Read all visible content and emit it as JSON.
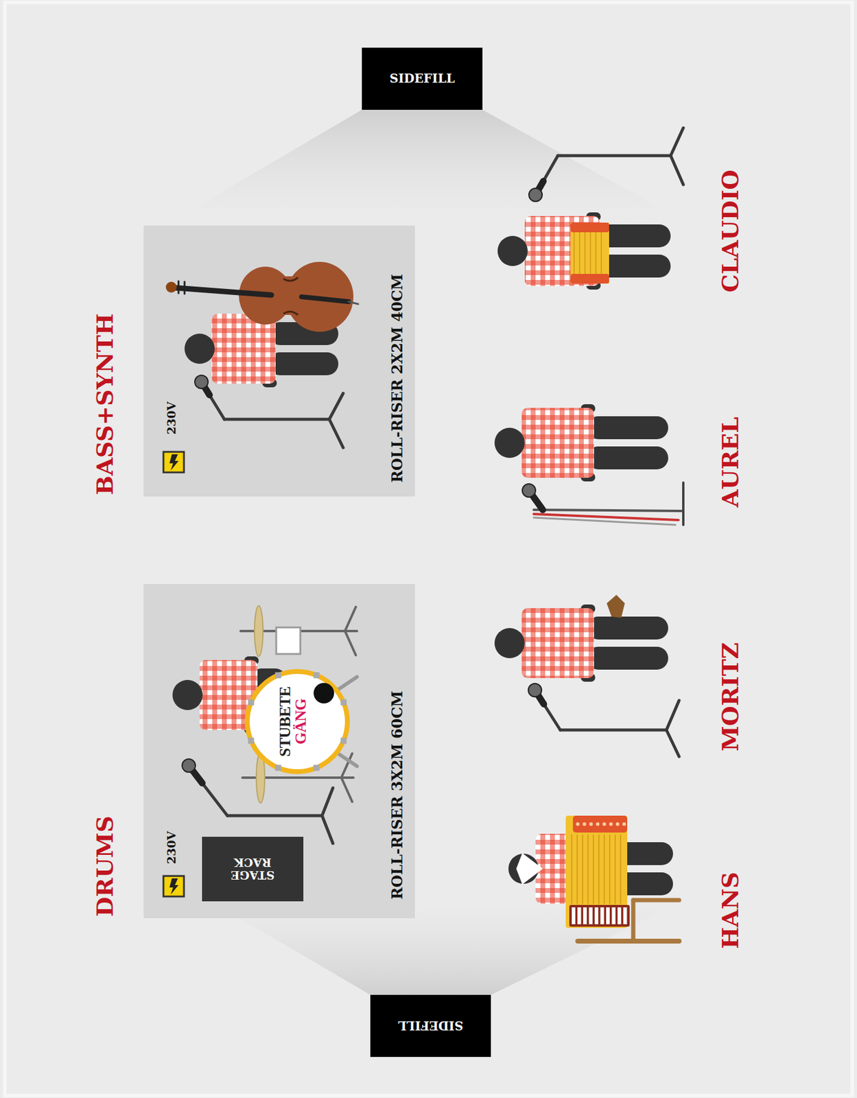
{
  "diagram": {
    "nodes": [
      {
        "text": [
          "SIDEFILL"
        ]
      },
      {
        "text": [
          "BASS+SYNTH",
          "230V",
          "ROLL-RISER 2X2M 40CM"
        ]
      },
      {
        "text": [
          "DRUMS",
          "230V",
          "ROLL-RISER 3X2M 60CM"
        ]
      },
      {
        "text": [
          "STUBETE GÄNG"
        ],
        "in": 2
      },
      {
        "text": [
          "STAGE RACK"
        ],
        "in": 2
      },
      {
        "text": [
          "SIDEFILL"
        ]
      }
    ],
    "labels": [
      "CLAUDIO",
      "AUREL",
      "MORITZ",
      "HANS"
    ]
  }
}
